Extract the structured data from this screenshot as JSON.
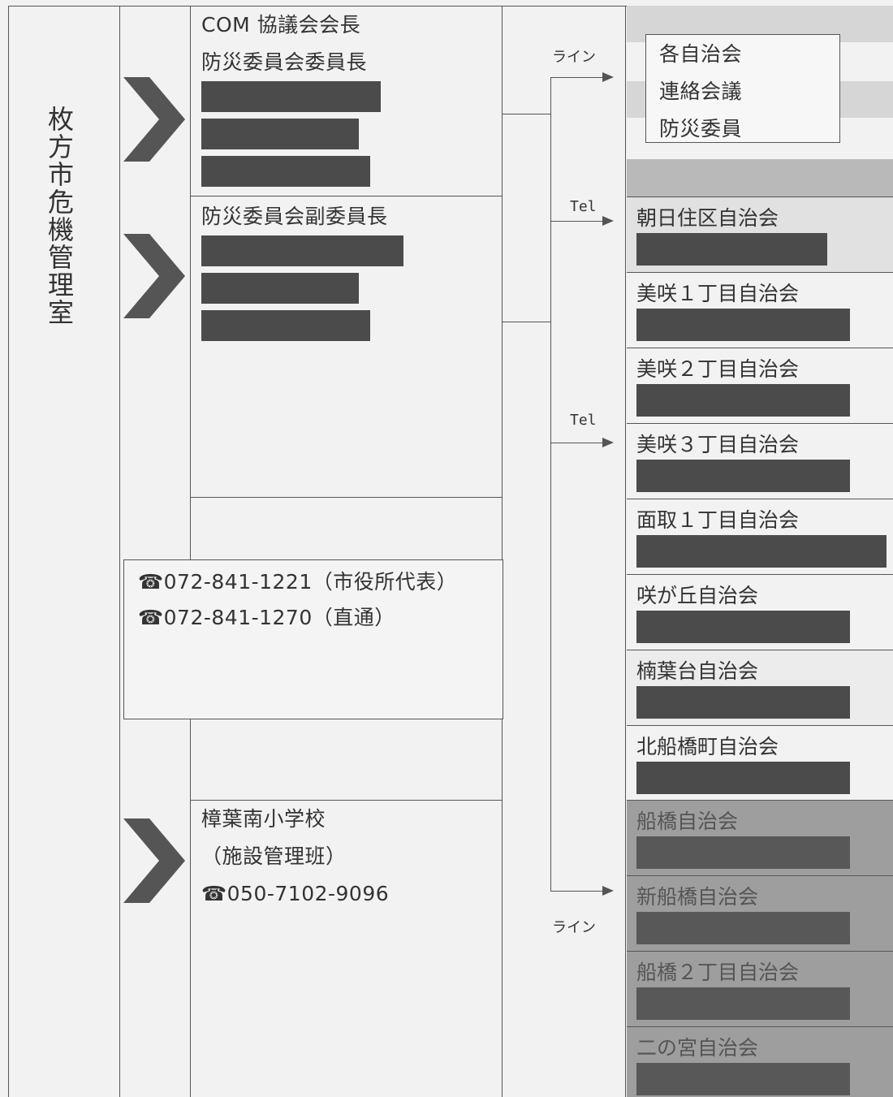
{
  "left_title": "枚方市危機管理室",
  "col2": {
    "top_lines": [
      "COM 協議会会長",
      "防災委員会委員長"
    ],
    "vice_line": "防災委員会副委員長",
    "school": [
      "樟葉南小学校",
      "（施設管理班）",
      "☎050-7102-9096"
    ]
  },
  "phone_box": {
    "line1": "☎072-841-1221（市役所代表）",
    "line2": "☎072-841-1270（直通）"
  },
  "arrow_labels": {
    "line_top": "ライン",
    "tel1": "Tel",
    "tel2": "Tel",
    "line_bottom": "ライン"
  },
  "liaison_box": [
    "各自治会",
    "連絡会議",
    "防災委員"
  ],
  "associations": [
    "朝日住区自治会",
    "美咲１丁目自治会",
    "美咲２丁目自治会",
    "美咲３丁目自治会",
    "面取１丁目自治会",
    "咲が丘自治会",
    "楠葉台自治会",
    "北船橋町自治会",
    "船橋自治会",
    "新船橋自治会",
    "船橋２丁目自治会",
    "二の宮自治会"
  ]
}
